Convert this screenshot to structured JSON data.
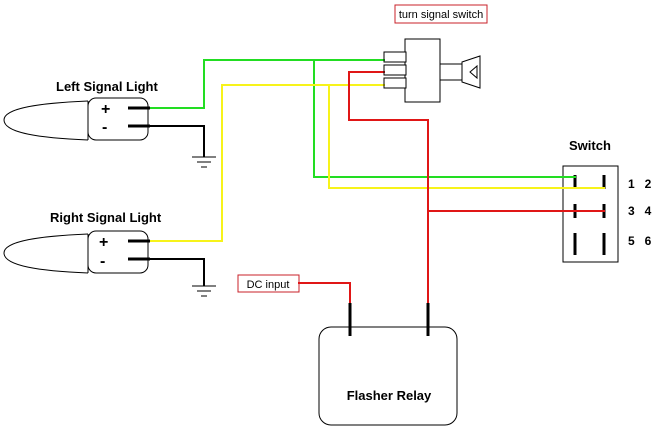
{
  "labels": {
    "turn_signal_switch": "turn signal switch",
    "left_signal_light": "Left Signal Light",
    "right_signal_light": "Right Signal Light",
    "switch": "Switch",
    "dc_input": "DC input",
    "flasher_relay": "Flasher Relay",
    "plus": "+",
    "minus": "-"
  },
  "switch_pins": {
    "row1": "1   2",
    "row2": "3   4",
    "row3": "5   6"
  },
  "colors": {
    "green_wire": "#22dd22",
    "yellow_wire": "#f7f31a",
    "red_wire": "#e01616",
    "black_wire": "#000000",
    "label_box_border": "#c8202a"
  }
}
